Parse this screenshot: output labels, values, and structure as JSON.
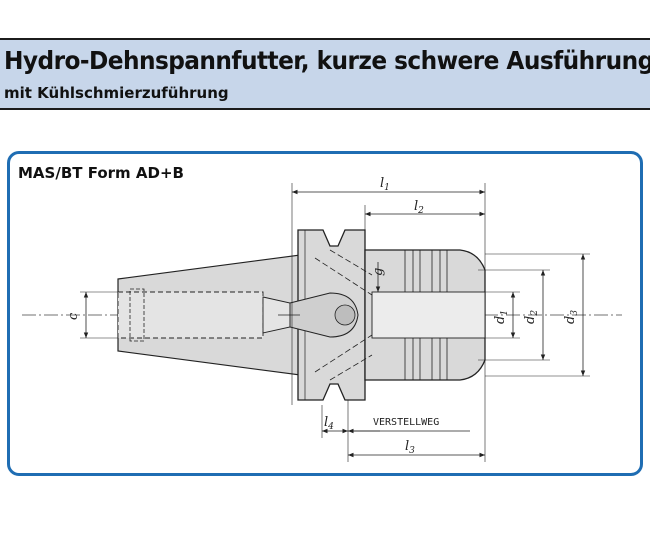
{
  "header": {
    "title": "Hydro-Dehnspannfutter, kurze schwere Ausführung",
    "subtitle": "mit Kühlschmierzuführung"
  },
  "figure": {
    "form_label": "MAS/BT Form AD+B",
    "dimensions": {
      "l1": {
        "base": "l",
        "sub": "1"
      },
      "l2": {
        "base": "l",
        "sub": "2"
      },
      "l3": {
        "base": "l",
        "sub": "3"
      },
      "l4": {
        "base": "l",
        "sub": "4"
      },
      "d1": {
        "base": "d",
        "sub": "1"
      },
      "d2": {
        "base": "d",
        "sub": "2"
      },
      "d3": {
        "base": "d",
        "sub": "3"
      },
      "g": "g",
      "c": "c"
    },
    "adjustment_label": "VERSTELLWEG"
  },
  "colors": {
    "header_bg": "#c7d6ea",
    "panel_border": "#1f6db3",
    "part_fill": "#d9d9d9",
    "outline": "#222222"
  }
}
